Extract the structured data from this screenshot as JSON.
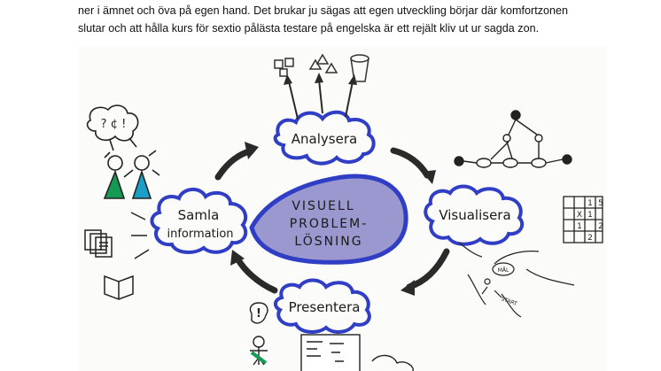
{
  "document": {
    "lines": [
      "ner i ämnet och öva på egen hand. Det brukar ju sägas att egen utveckling börjar där komfortzonen",
      "slutar och att hålla kurs för sextio pålästa testare på engelska är ett rejält kliv ut ur sagda zon."
    ]
  },
  "diagram": {
    "center": [
      "VISUELL",
      "PROBLEM-",
      "LÖSNING"
    ],
    "nodes": {
      "analysera": "Analysera",
      "visualisera": "Visualisera",
      "presentera": "Presentera",
      "samla_line1": "Samla",
      "samla_line2": "information"
    },
    "bubble_text": "? ¢ !",
    "grid_cells": [
      "1",
      "5",
      "X",
      "1",
      "2",
      "1",
      "2"
    ],
    "mal_label": "MÅL",
    "start_label": "START",
    "alert_mark": "!"
  },
  "colors": {
    "cloud_blue": "#2f3ec4",
    "center_purple": "#9b97cf",
    "arrow_dark": "#2a2a2a",
    "person_green": "#159a55",
    "person_cyan": "#1aa0c8"
  }
}
